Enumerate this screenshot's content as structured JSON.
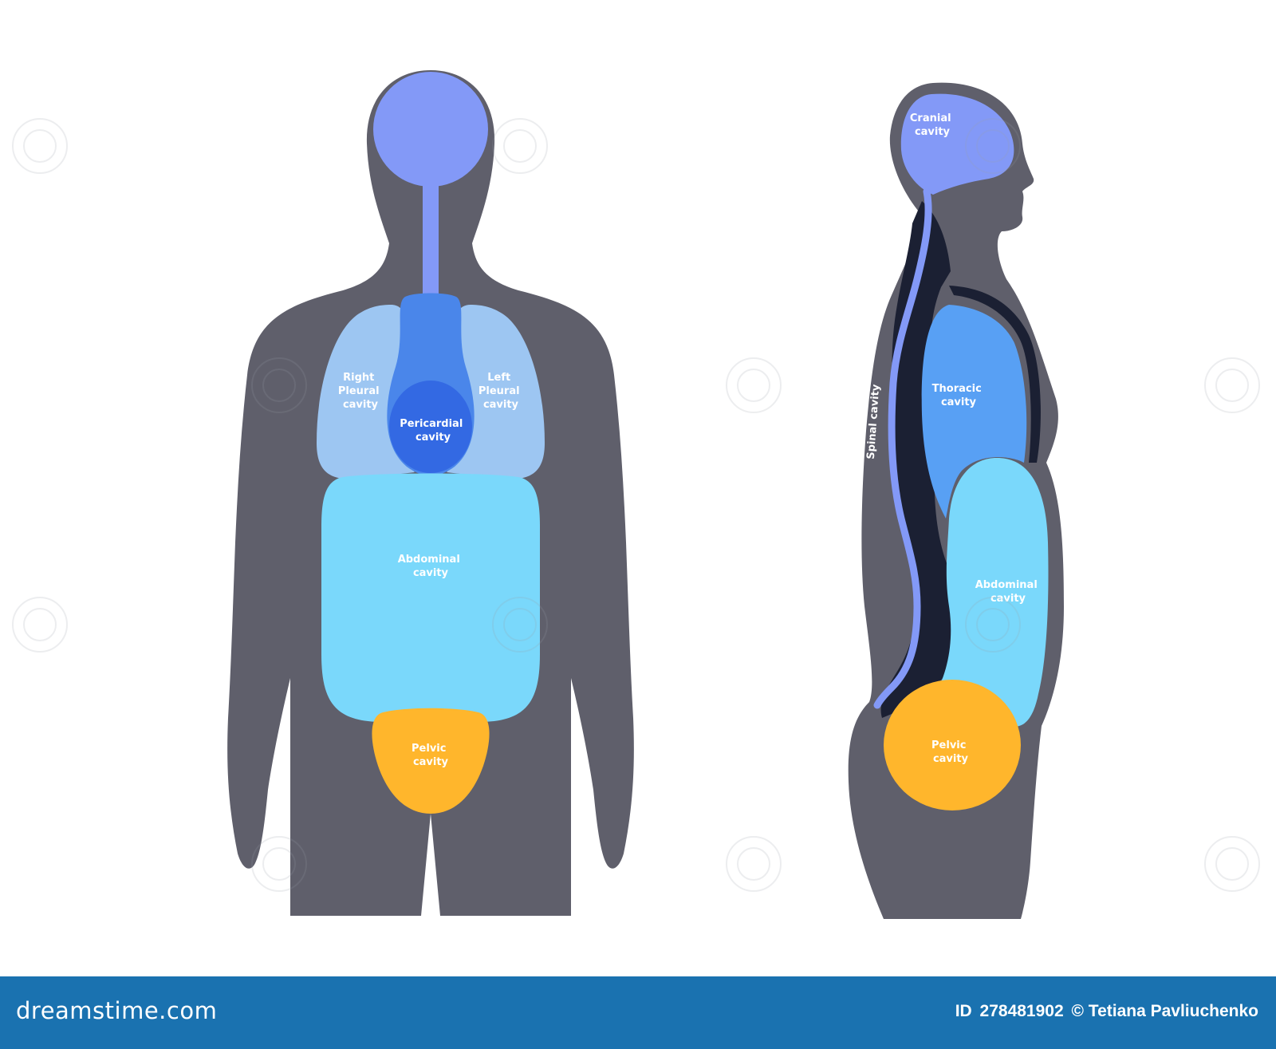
{
  "front_view": {
    "labels": {
      "right_pleural": [
        "Right",
        "Pleural",
        "cavity"
      ],
      "left_pleural": [
        "Left",
        "Pleural",
        "cavity"
      ],
      "pericardial": [
        "Pericardial",
        "cavity"
      ],
      "abdominal": [
        "Abdominal",
        "cavity"
      ],
      "pelvic": [
        "Pelvic",
        "cavity"
      ]
    }
  },
  "side_view": {
    "labels": {
      "cranial": [
        "Cranial",
        "cavity"
      ],
      "spinal": "Spinal cavity",
      "thoracic": [
        "Thoracic",
        "cavity"
      ],
      "abdominal": [
        "Abdominal",
        "cavity"
      ],
      "pelvic": [
        "Pelvic",
        "cavity"
      ]
    }
  },
  "colors": {
    "silhouette": "#5f5f6b",
    "cranial": "#8399f7",
    "spine_bones": "#1b2033",
    "pleural": "#9dc6f2",
    "pericardial_outer": "#4a86ea",
    "pericardial_inner": "#3369e3",
    "thoracic": "#58a0f4",
    "abdominal": "#7ad8fb",
    "pelvic": "#ffb62c",
    "footer": "#1a72b0"
  },
  "watermark": "dreamstime",
  "footer": {
    "brand": "dreamstime.com",
    "id_label": "ID",
    "image_id": "278481902",
    "copyright": "© Tetiana Pavliuchenko"
  }
}
